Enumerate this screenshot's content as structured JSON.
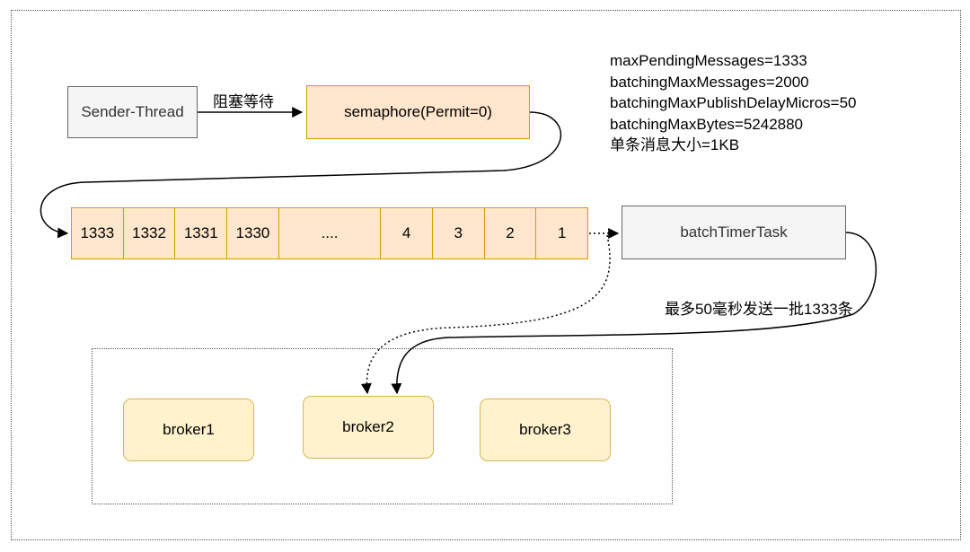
{
  "sender": {
    "label": "Sender-Thread"
  },
  "edge_block": {
    "label": "阻塞等待"
  },
  "semaphore": {
    "label": "semaphore(Permit=0)"
  },
  "queue": {
    "cells": [
      "1333",
      "1332",
      "1331",
      "1330",
      "....",
      "4",
      "3",
      "2",
      "1"
    ]
  },
  "timer": {
    "label": "batchTimerTask"
  },
  "edge_send": {
    "label": "最多50毫秒发送一批1333条"
  },
  "config": {
    "lines": [
      "maxPendingMessages=1333",
      "batchingMaxMessages=2000",
      "batchingMaxPublishDelayMicros=50",
      "batchingMaxBytes=5242880",
      "单条消息大小=1KB"
    ]
  },
  "brokers": [
    "broker1",
    "broker2",
    "broker3"
  ],
  "colors": {
    "orange_fill": "#ffe6cc",
    "orange_stroke": "#d79b00",
    "yellow_fill": "#fff2cc",
    "yellow_stroke": "#d6b656",
    "gray_fill": "#f5f5f5",
    "gray_stroke": "#666666"
  }
}
